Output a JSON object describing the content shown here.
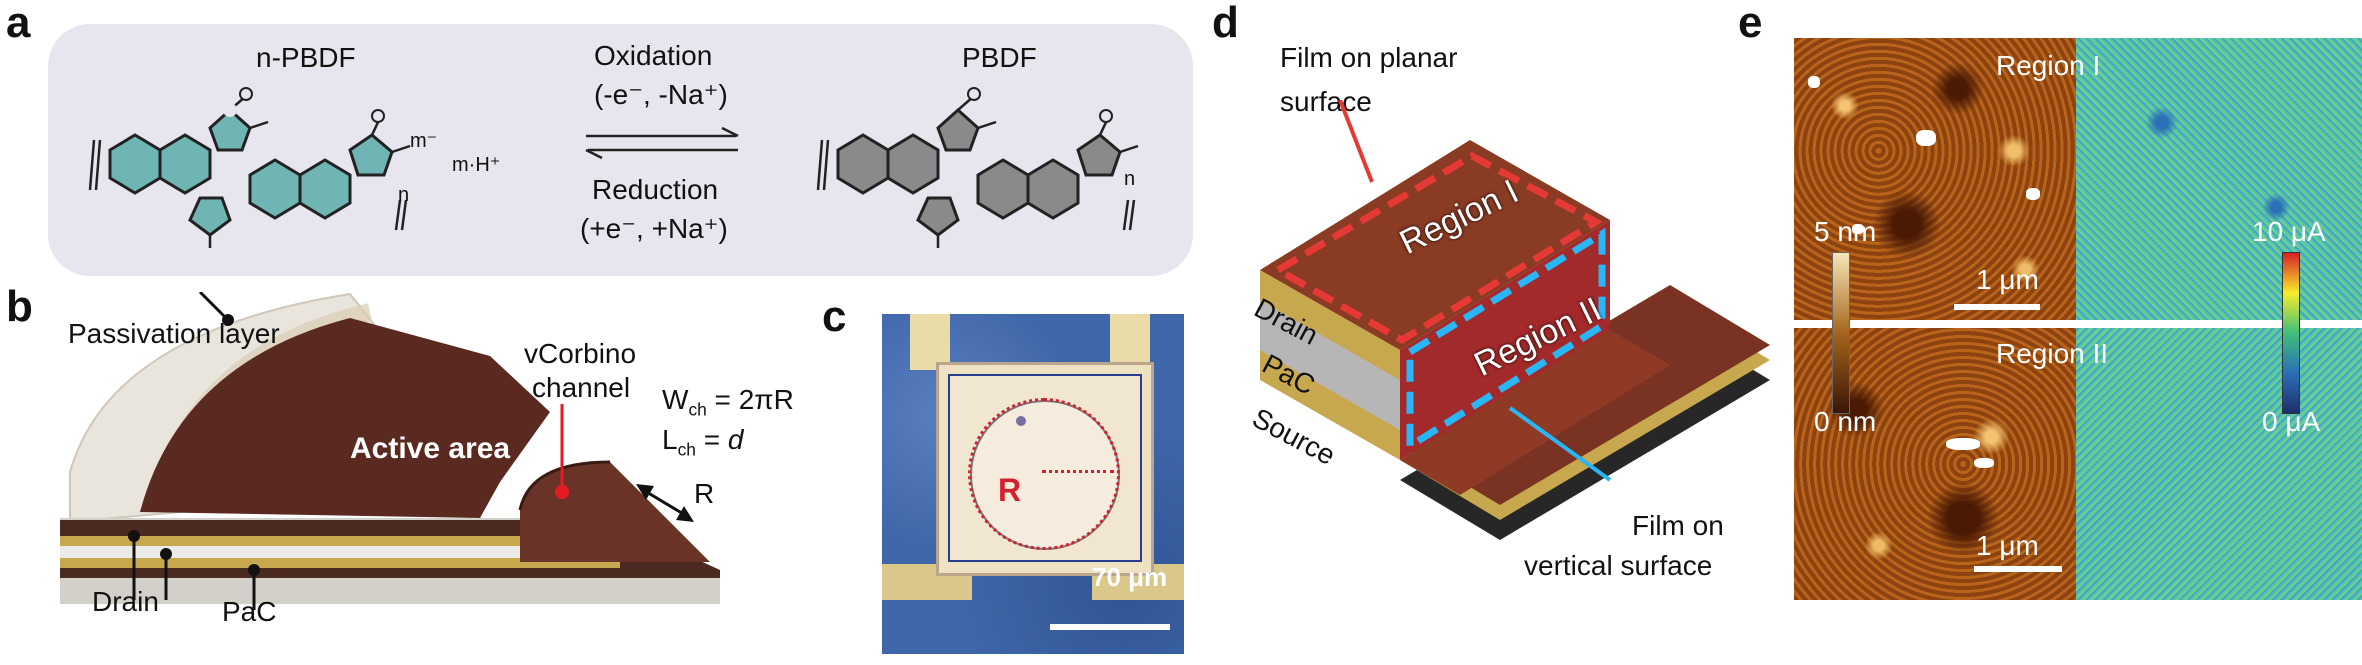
{
  "panels": {
    "a": {
      "label": "a",
      "left_name": "n-PBDF",
      "right_name": "PBDF",
      "oxidation": "Oxidation",
      "oxidation_detail": "(-e⁻, -Na⁺)",
      "reduction": "Reduction",
      "reduction_detail": "(+e⁻, +Na⁺)",
      "charge": "m⁻",
      "counter_ion": "m·H⁺",
      "repeat": "n"
    },
    "b": {
      "label": "b",
      "passivation": "Passivation layer",
      "vcorbino_1": "vCorbino",
      "vcorbino_2": "channel",
      "active_area": "Active area",
      "w_sym": "W",
      "w_sub": "ch",
      "w_eq": " = 2πR",
      "l_sym": "L",
      "l_sub": "ch",
      "l_eq": " = ",
      "l_var": "d",
      "r": "R",
      "drain": "Drain",
      "pac": "PaC"
    },
    "c": {
      "label": "c",
      "r": "R",
      "scale": "70 μm"
    },
    "d": {
      "label": "d",
      "film_planar_1": "Film on planar",
      "film_planar_2": "surface",
      "region1": "Region I",
      "region2": "Region II",
      "drain": "Drain",
      "pac": "PaC",
      "source": "Source",
      "film_vertical_1": "Film on",
      "film_vertical_2": "vertical surface"
    },
    "e": {
      "label": "e",
      "region1": "Region I",
      "region2": "Region II",
      "height_max": "5 nm",
      "height_min": "0 nm",
      "current_max": "10 μA",
      "current_min": "0 μA",
      "scale": "1 μm"
    }
  },
  "colors": {
    "chem_teal": "#6fb5b4",
    "chem_grey": "#8a8a8a",
    "device_brown": "#5a2a20",
    "film_red": "#a33b2a",
    "highlight_red": "#e53935",
    "highlight_blue": "#29b6f6",
    "afm_brown": "#a85a16"
  }
}
